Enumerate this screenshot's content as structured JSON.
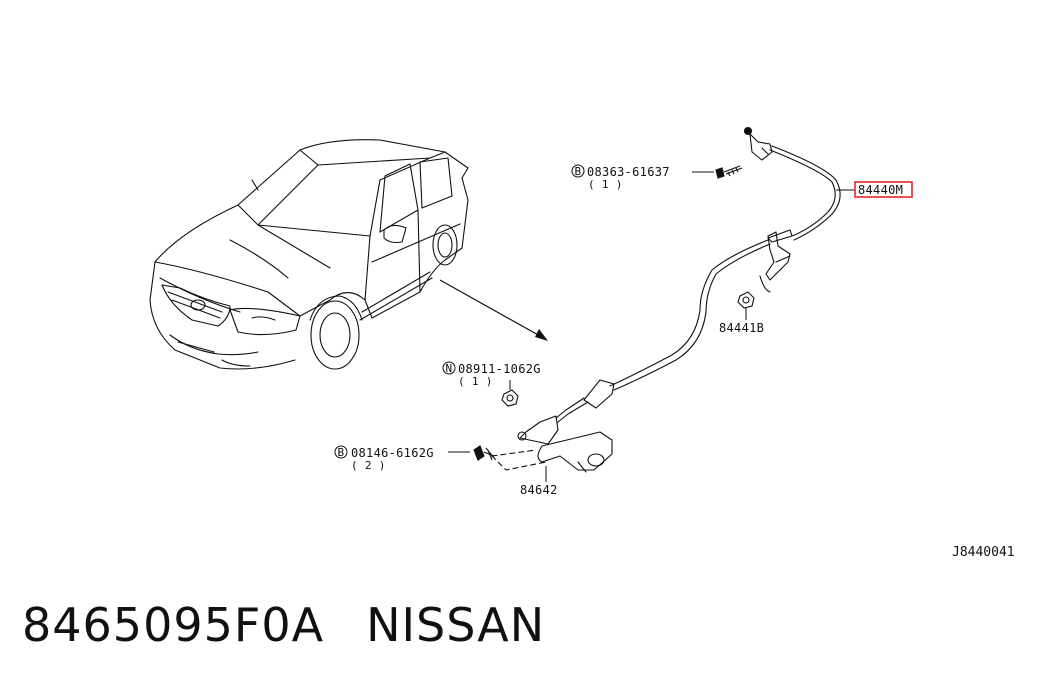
{
  "diagram": {
    "callouts": [
      {
        "id": "bolt_top",
        "prefix": "B",
        "part": "08363-61637",
        "qty": "( 1 )"
      },
      {
        "id": "nut",
        "prefix": "N",
        "part": "08911-1062G",
        "qty": "( 1 )"
      },
      {
        "id": "bolt_bottom",
        "prefix": "B",
        "part": "08146-6162G",
        "qty": "( 2 )"
      }
    ],
    "parts": {
      "cable": "84440M",
      "clip": "84441B",
      "handle": "84642"
    },
    "highlight_color": "#e8262b",
    "reference_code": "J8440041"
  },
  "caption": {
    "part_number": "8465095F0A",
    "brand": "NISSAN"
  }
}
